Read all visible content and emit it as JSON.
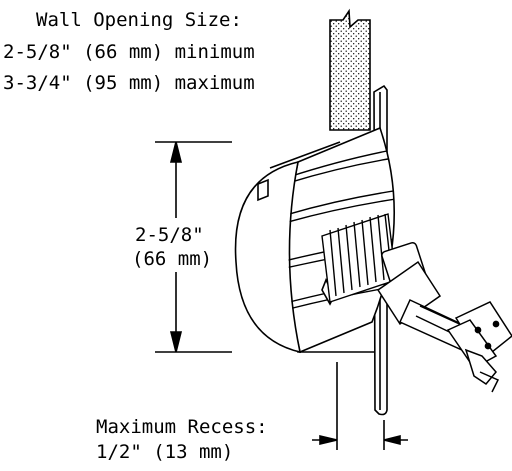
{
  "notes": {
    "wall_opening": {
      "line1": "Wall Opening Size:",
      "line2": "2-5/8\" (66 mm) minimum",
      "line3": "3-3/4\" (95 mm) maximum"
    },
    "height_dimension": {
      "line1": "2-5/8\"",
      "line2": "(66 mm)"
    },
    "recess": {
      "line1": "Maximum Recess:",
      "line2": "1/2\" (13 mm)"
    }
  },
  "colors": {
    "line": "#000000",
    "background": "#ffffff",
    "wall_stipple": "#000000"
  }
}
